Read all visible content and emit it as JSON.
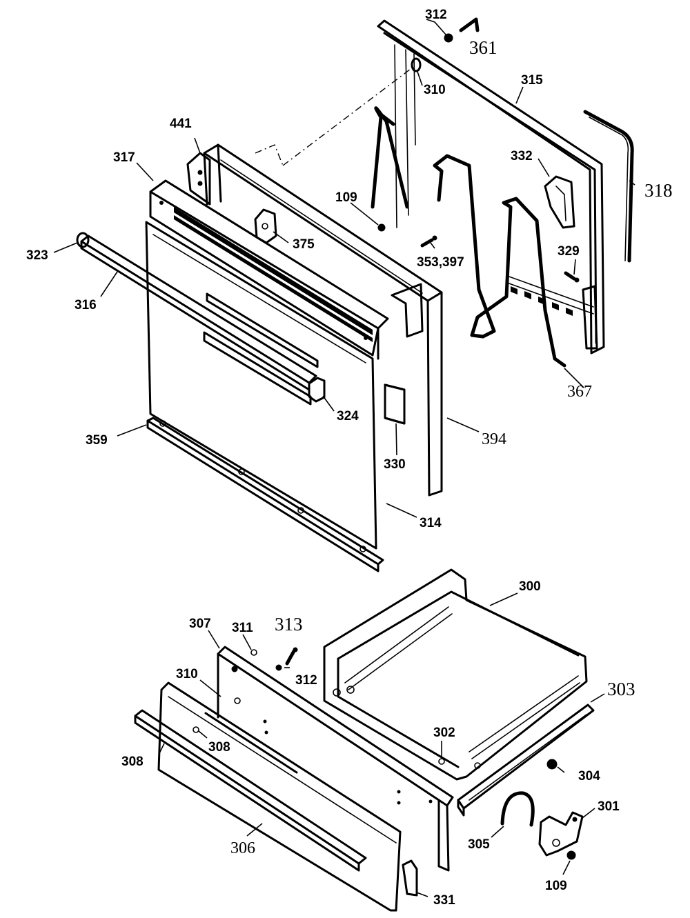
{
  "labels": {
    "l312a": "312",
    "l361": "361",
    "l310a": "310",
    "l315": "315",
    "l441": "441",
    "l317": "317",
    "l109a": "109",
    "l332": "332",
    "l318": "318",
    "l375": "375",
    "l323": "323",
    "l353": "353,397",
    "l329": "329",
    "l316": "316",
    "l324": "324",
    "l367": "367",
    "l359": "359",
    "l330": "330",
    "l394": "394",
    "l314": "314",
    "l300": "300",
    "l307": "307",
    "l311": "311",
    "l313": "313",
    "l312b": "312",
    "l303": "303",
    "l310b": "310",
    "l302": "302",
    "l308a": "308",
    "l308b": "308",
    "l304": "304",
    "l301": "301",
    "l305": "305",
    "l306": "306",
    "l109b": "109",
    "l331": "331"
  }
}
